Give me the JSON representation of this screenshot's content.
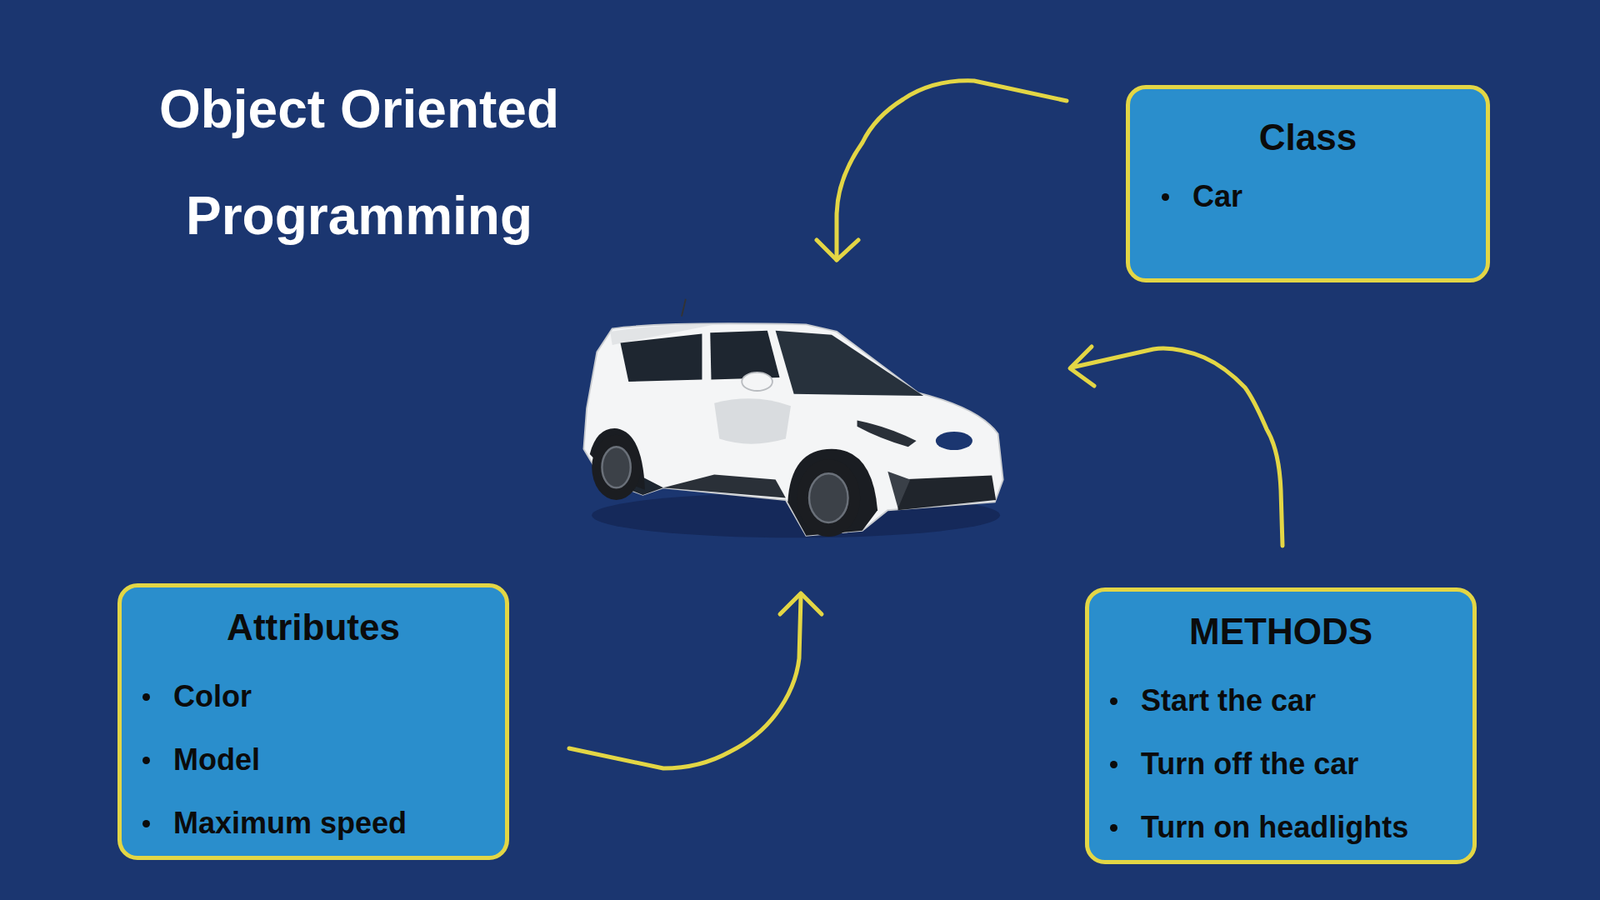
{
  "diagram": {
    "title": "Object Oriented Programming",
    "nodes": [
      {
        "text": [
          "Class",
          "Car"
        ]
      },
      {
        "text": [
          "Attributes",
          "Color",
          "Model",
          "Maximum speed"
        ]
      },
      {
        "text": [
          "METHODS",
          "Start the car",
          "Turn off the car",
          "Turn on headlights"
        ]
      }
    ]
  }
}
